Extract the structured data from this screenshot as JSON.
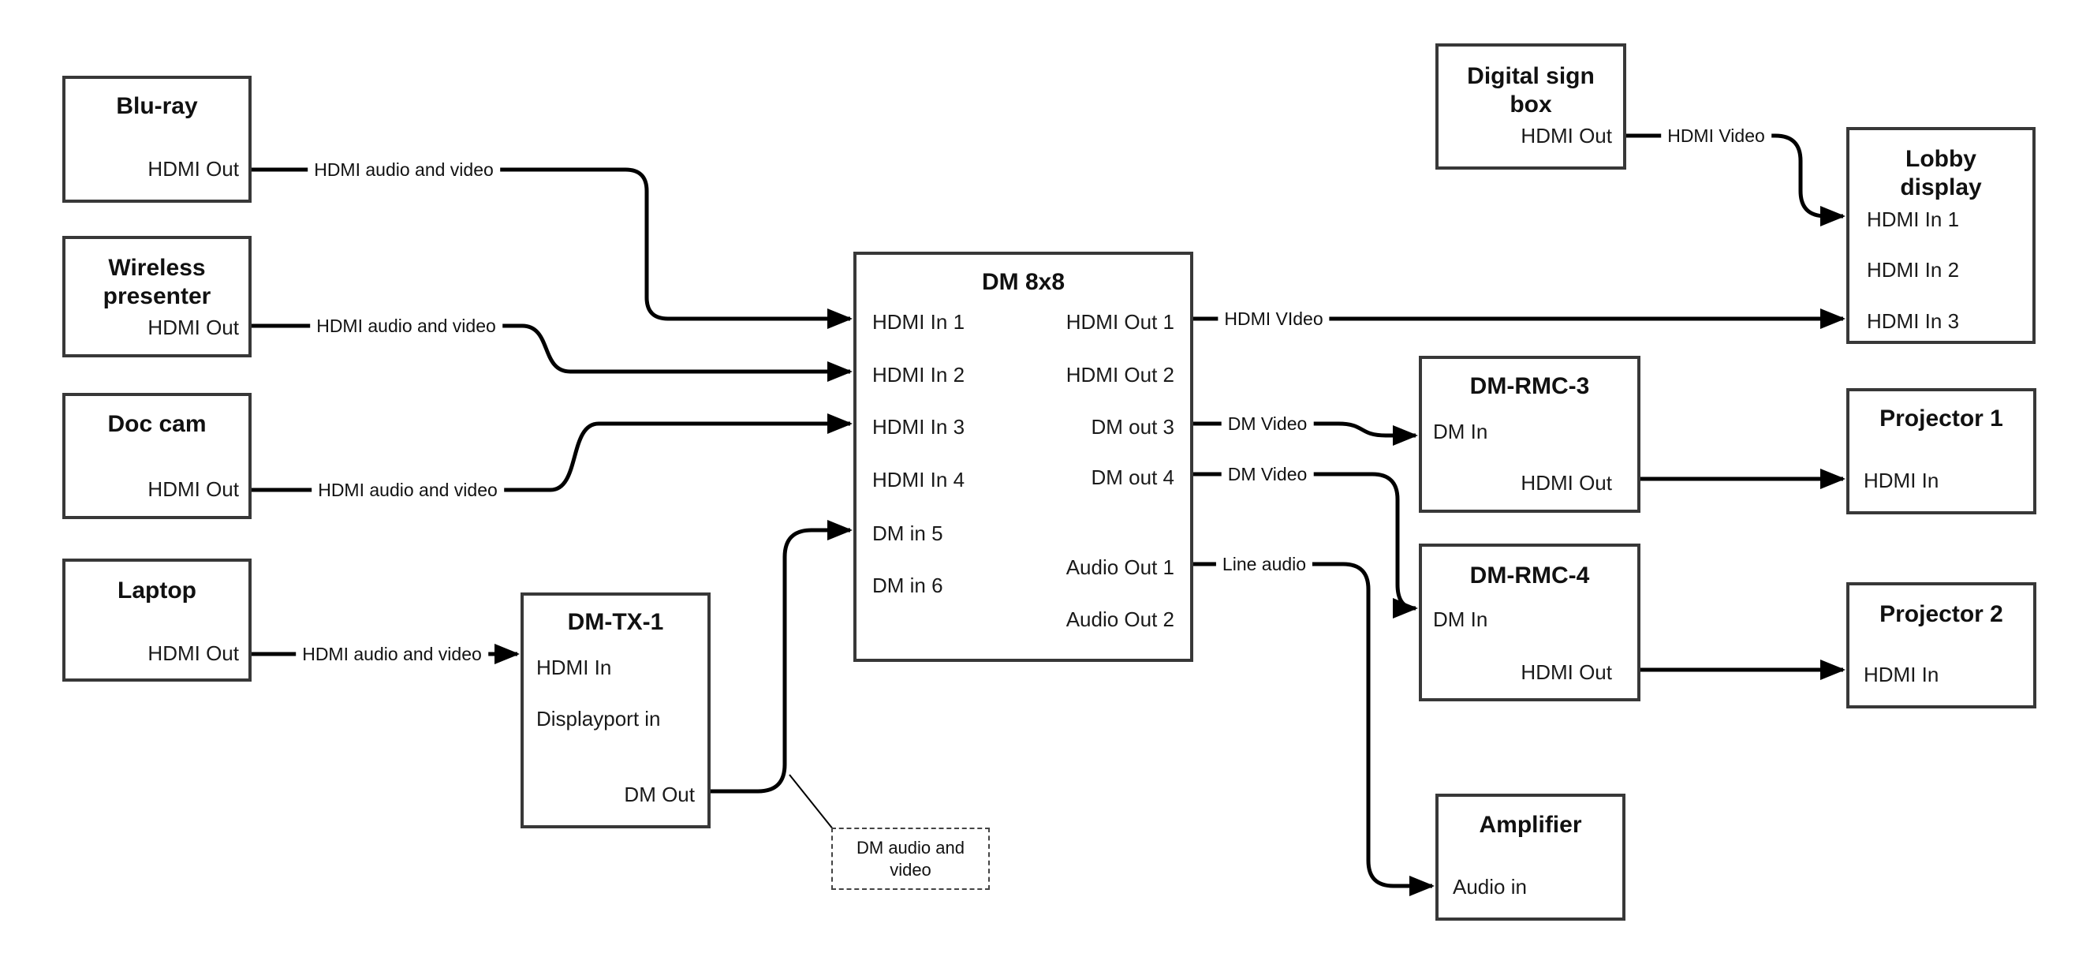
{
  "colors": {
    "background": "#ffffff",
    "box_border": "#383838",
    "wire": "#000000"
  },
  "nodes": {
    "bluray": {
      "title": "Blu-ray",
      "port_out": "HDMI Out"
    },
    "wireless": {
      "title_line1": "Wireless",
      "title_line2": "presenter",
      "port_out": "HDMI Out"
    },
    "doccam": {
      "title": "Doc cam",
      "port_out": "HDMI Out"
    },
    "laptop": {
      "title": "Laptop",
      "port_out": "HDMI Out"
    },
    "dmtx1": {
      "title": "DM-TX-1",
      "port_in1": "HDMI In",
      "port_in2": "Displayport in",
      "port_out": "DM Out"
    },
    "dm8x8": {
      "title": "DM 8x8",
      "in1": "HDMI In 1",
      "in2": "HDMI In 2",
      "in3": "HDMI In 3",
      "in4": "HDMI In 4",
      "in5": "DM in 5",
      "in6": "DM in 6",
      "out1": "HDMI Out 1",
      "out2": "HDMI Out 2",
      "out3": "DM out 3",
      "out4": "DM out 4",
      "aout1": "Audio Out 1",
      "aout2": "Audio Out 2"
    },
    "digitalsign": {
      "title_line1": "Digital sign",
      "title_line2": "box",
      "port_out": "HDMI Out"
    },
    "lobby": {
      "title_line1": "Lobby",
      "title_line2": "display",
      "in1": "HDMI In 1",
      "in2": "HDMI In 2",
      "in3": "HDMI In 3"
    },
    "dmrmc3": {
      "title": "DM-RMC-3",
      "port_in": "DM In",
      "port_out": "HDMI Out"
    },
    "dmrmc4": {
      "title": "DM-RMC-4",
      "port_in": "DM In",
      "port_out": "HDMI Out"
    },
    "proj1": {
      "title": "Projector 1",
      "port_in": "HDMI In"
    },
    "proj2": {
      "title": "Projector 2",
      "port_in": "HDMI In"
    },
    "amplifier": {
      "title": "Amplifier",
      "port_in": "Audio in"
    },
    "note": {
      "line1": "DM audio and",
      "line2": "video"
    }
  },
  "wire_labels": {
    "bluray": "HDMI audio and video",
    "wireless": "HDMI audio and video",
    "doccam": "HDMI audio and video",
    "laptop": "HDMI audio and video",
    "hdmi_out1": "HDMI VIdeo",
    "digitalsign": "HDMI Video",
    "dm_out3": "DM Video",
    "dm_out4": "DM Video",
    "audio_out1": "Line audio"
  }
}
